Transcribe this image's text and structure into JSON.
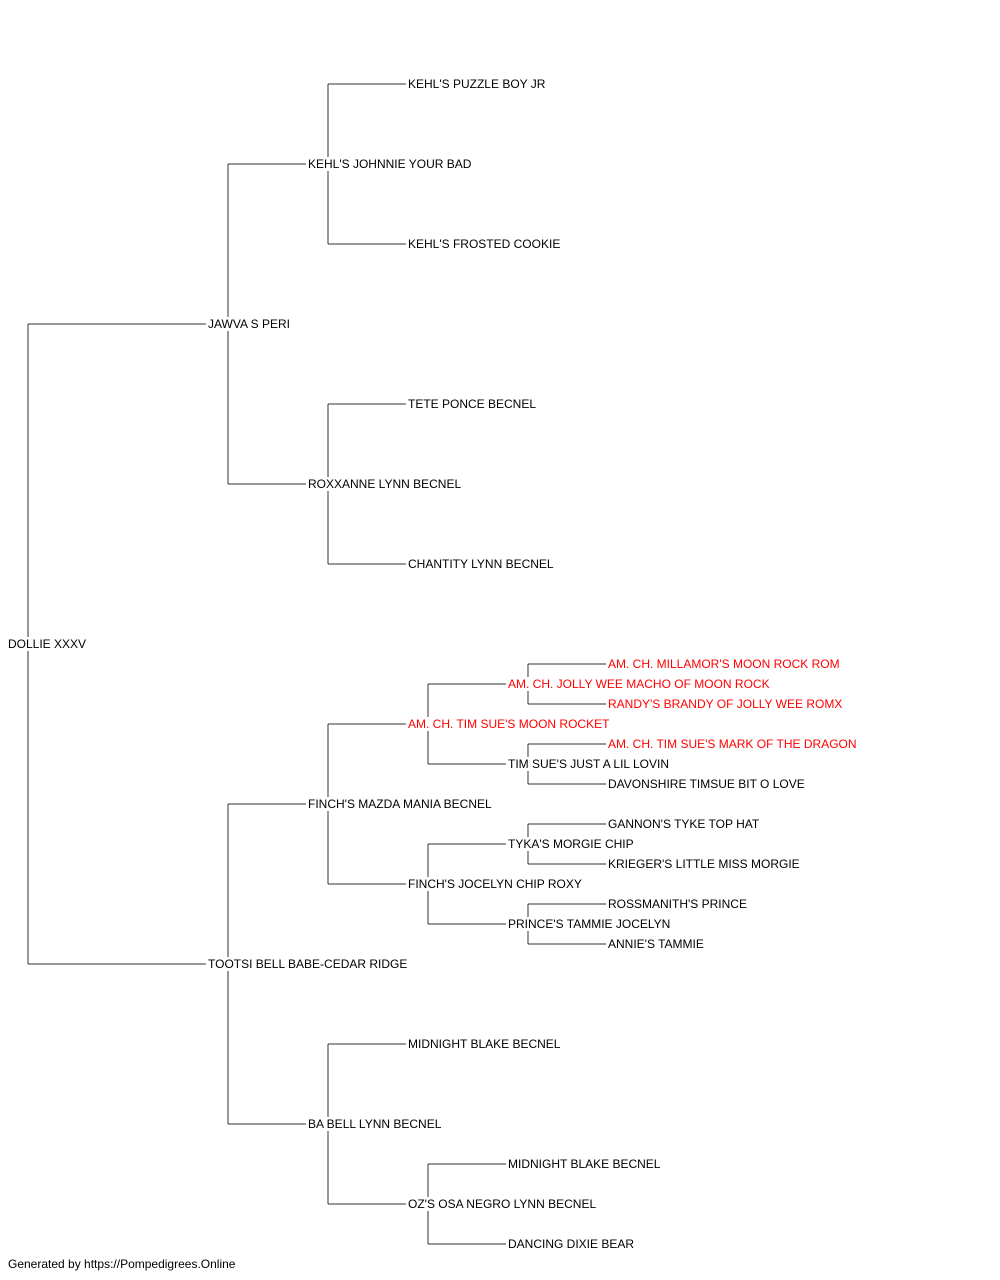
{
  "colors": {
    "normal": "#000000",
    "champion": "#ff0000",
    "line": "#333333"
  },
  "pedigree": {
    "name": "DOLLIE XXXV",
    "sire": {
      "name": "JAWVA S PERI",
      "sire": {
        "name": "KEHL'S JOHNNIE YOUR BAD",
        "sire": {
          "name": "KEHL'S PUZZLE BOY JR"
        },
        "dam": {
          "name": "KEHL'S FROSTED COOKIE"
        }
      },
      "dam": {
        "name": "ROXXANNE LYNN BECNEL",
        "sire": {
          "name": "TETE PONCE BECNEL"
        },
        "dam": {
          "name": "CHANTITY LYNN BECNEL"
        }
      }
    },
    "dam": {
      "name": "TOOTSI BELL BABE-CEDAR RIDGE",
      "sire": {
        "name": "FINCH'S MAZDA MANIA BECNEL",
        "sire": {
          "name": "AM. CH. TIM SUE'S MOON ROCKET",
          "champion": true,
          "sire": {
            "name": "AM. CH. JOLLY WEE MACHO OF MOON ROCK",
            "champion": true,
            "sire": {
              "name": "AM. CH. MILLAMOR'S MOON ROCK ROM",
              "champion": true
            },
            "dam": {
              "name": "RANDY'S BRANDY OF JOLLY WEE ROMX",
              "champion": true
            }
          },
          "dam": {
            "name": "TIM SUE'S JUST A LIL LOVIN",
            "sire": {
              "name": "AM. CH. TIM SUE'S MARK OF THE DRAGON",
              "champion": true
            },
            "dam": {
              "name": "DAVONSHIRE TIMSUE BIT O LOVE"
            }
          }
        },
        "dam": {
          "name": "FINCH'S JOCELYN CHIP ROXY",
          "sire": {
            "name": "TYKA'S MORGIE CHIP",
            "sire": {
              "name": "GANNON'S TYKE TOP HAT"
            },
            "dam": {
              "name": "KRIEGER'S LITTLE MISS MORGIE"
            }
          },
          "dam": {
            "name": "PRINCE'S TAMMIE JOCELYN",
            "sire": {
              "name": "ROSSMANITH'S PRINCE"
            },
            "dam": {
              "name": "ANNIE'S TAMMIE"
            }
          }
        }
      },
      "dam": {
        "name": "BA BELL LYNN BECNEL",
        "sire": {
          "name": "MIDNIGHT BLAKE BECNEL"
        },
        "dam": {
          "name": "OZ'S OSA NEGRO LYNN BECNEL",
          "sire": {
            "name": "MIDNIGHT BLAKE BECNEL"
          },
          "dam": {
            "name": "DANCING DIXIE BEAR"
          }
        }
      }
    }
  },
  "footer": "Generated by https://Pompedigrees.Online"
}
